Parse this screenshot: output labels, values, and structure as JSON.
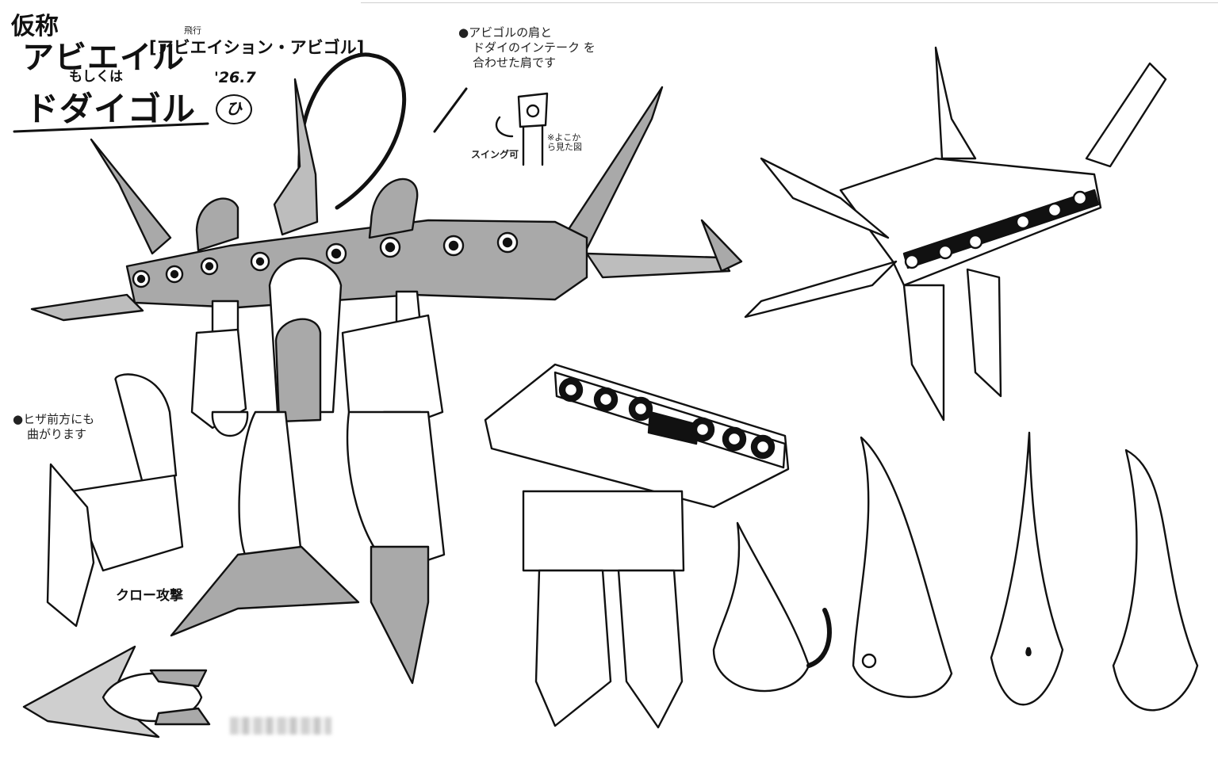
{
  "sheet": {
    "title": {
      "prefix": "仮称",
      "name": "アビエイル",
      "ruby_flying": "飛行",
      "bracket_text": "[アビエイション・アビゴル]",
      "alt_conj": "もしくは",
      "alt_name": "ドダイゴル",
      "date": "'26.7"
    },
    "notes": {
      "shoulder": [
        "●アビゴルの肩と",
        "ドダイのインテーク を",
        "合わせた肩です"
      ],
      "knee": [
        "●ヒザ前方にも",
        "曲がります"
      ]
    },
    "labels": {
      "swing": "スイング可",
      "side_view": "※よこから見た図",
      "claw_attack": "クロー攻撃"
    }
  },
  "colors": {
    "line": "#111111",
    "tone": "#a9a9a9",
    "tone_light": "#cfcfcf",
    "paper": "#ffffff"
  }
}
